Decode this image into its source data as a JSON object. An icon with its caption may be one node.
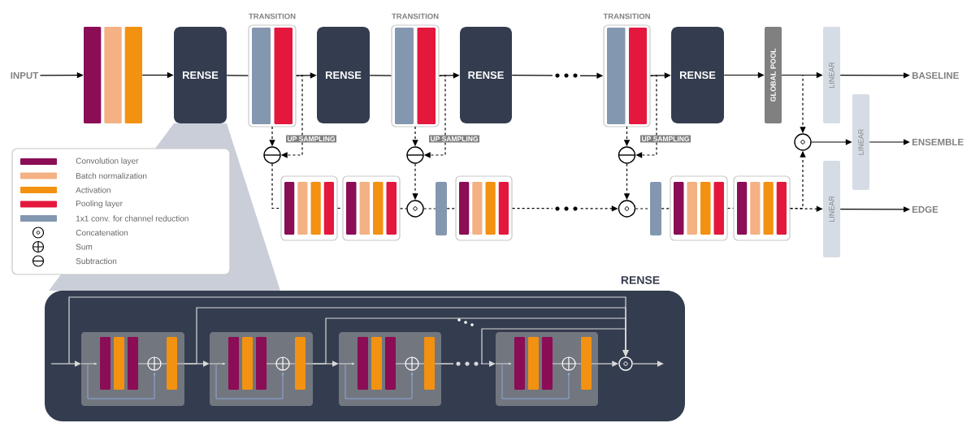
{
  "diagram": {
    "nodes": [
      {
        "text": [
          "INPUT"
        ]
      },
      {
        "text": [],
        "shape": "bar"
      },
      {
        "text": [
          "RENSE"
        ]
      },
      {
        "text": [
          "TRANSITION"
        ]
      },
      {
        "text": [
          "RENSE"
        ]
      },
      {
        "text": [
          "TRANSITION"
        ]
      },
      {
        "text": [
          "RENSE"
        ]
      },
      {
        "text": [
          "TRANSITION"
        ]
      },
      {
        "text": [
          "RENSE"
        ]
      },
      {
        "text": [
          "GLOBAL POOL"
        ]
      },
      {
        "text": [
          "LINEAR"
        ]
      },
      {
        "text": [
          "BASELINE"
        ]
      },
      {
        "text": [],
        "shape": "circle"
      },
      {
        "text": [],
        "shape": "circle"
      },
      {
        "text": [],
        "shape": "circle"
      },
      {
        "text": [],
        "shape": "circle"
      },
      {
        "text": [
          "LINEAR"
        ]
      },
      {
        "text": [
          "ENSEMBLE"
        ]
      },
      {
        "text": [],
        "shape": "box"
      },
      {
        "text": [],
        "shape": "box"
      },
      {
        "text": [],
        "shape": "circle"
      },
      {
        "text": [],
        "shape": "bar"
      },
      {
        "text": [],
        "shape": "box"
      },
      {
        "text": [],
        "shape": "circle"
      },
      {
        "text": [],
        "shape": "bar"
      },
      {
        "text": [],
        "shape": "box"
      },
      {
        "text": [],
        "shape": "box"
      },
      {
        "text": [
          "LINEAR"
        ]
      },
      {
        "text": [
          "EDGE"
        ]
      },
      {
        "text": [
          "RENSE"
        ]
      },
      {
        "text": [],
        "shape": "box",
        "in": 29
      },
      {
        "text": [],
        "shape": "box",
        "in": 29
      },
      {
        "text": [],
        "shape": "box",
        "in": 29
      },
      {
        "text": [],
        "shape": "box",
        "in": 29
      },
      {
        "text": [],
        "shape": "circle",
        "in": 29
      }
    ],
    "edges": [
      {
        "from": 0,
        "to": 1,
        "arrow": "to"
      },
      {
        "from": 1,
        "to": 2,
        "arrow": "to"
      },
      {
        "from": 2,
        "to": 3,
        "arrow": "none"
      },
      {
        "from": 3,
        "to": 4,
        "arrow": "to"
      },
      {
        "from": 4,
        "to": 5,
        "arrow": "none"
      },
      {
        "from": 5,
        "to": 6,
        "arrow": "to"
      },
      {
        "from": 6,
        "to": 7,
        "arrow": "to"
      },
      {
        "from": 7,
        "to": 8,
        "arrow": "to"
      },
      {
        "from": 8,
        "to": 9,
        "arrow": "to"
      },
      {
        "from": 9,
        "to": 10,
        "arrow": "to"
      },
      {
        "from": 10,
        "to": 11,
        "arrow": "to"
      },
      {
        "from": 3,
        "to": 12,
        "arrow": "to",
        "style": "dashed"
      },
      {
        "from": 3,
        "to": 12,
        "arrow": "to",
        "style": "dashed",
        "label": "UP SAMPLING"
      },
      {
        "from": 5,
        "to": 13,
        "arrow": "to",
        "style": "dashed"
      },
      {
        "from": 5,
        "to": 13,
        "arrow": "to",
        "style": "dashed",
        "label": "UP SAMPLING"
      },
      {
        "from": 7,
        "to": 14,
        "arrow": "to",
        "style": "dashed"
      },
      {
        "from": 7,
        "to": 14,
        "arrow": "to",
        "style": "dashed",
        "label": "UP SAMPLING"
      },
      {
        "from": 9,
        "to": 15,
        "arrow": "to",
        "style": "dashed"
      },
      {
        "from": 15,
        "to": 16,
        "arrow": "to"
      },
      {
        "from": 16,
        "to": 17,
        "arrow": "to"
      },
      {
        "from": 12,
        "to": 18,
        "arrow": "none",
        "style": "dashed"
      },
      {
        "from": 18,
        "to": 19,
        "arrow": "none",
        "style": "dashed"
      },
      {
        "from": 19,
        "to": 20,
        "arrow": "none",
        "style": "dashed"
      },
      {
        "from": 13,
        "to": 20,
        "arrow": "to",
        "style": "dashed"
      },
      {
        "from": 20,
        "to": 21,
        "arrow": "none",
        "style": "dashed"
      },
      {
        "from": 21,
        "to": 22,
        "arrow": "none",
        "style": "dashed"
      },
      {
        "from": 22,
        "to": 23,
        "arrow": "to",
        "style": "dashed"
      },
      {
        "from": 14,
        "to": 23,
        "arrow": "to",
        "style": "dashed"
      },
      {
        "from": 23,
        "to": 24,
        "arrow": "none",
        "style": "dashed"
      },
      {
        "from": 24,
        "to": 25,
        "arrow": "none",
        "style": "dashed"
      },
      {
        "from": 25,
        "to": 26,
        "arrow": "none",
        "style": "dashed"
      },
      {
        "from": 26,
        "to": 27,
        "arrow": "to",
        "style": "dashed"
      },
      {
        "from": 26,
        "to": 15,
        "arrow": "to",
        "style": "dashed"
      },
      {
        "from": 27,
        "to": 28,
        "arrow": "to"
      },
      {
        "from": null,
        "to": 30,
        "arrow": "to",
        "color": "#d9d9d9"
      },
      {
        "from": 30,
        "to": 31,
        "arrow": "to",
        "color": "#d9d9d9"
      },
      {
        "from": 31,
        "to": 32,
        "arrow": "to",
        "color": "#d9d9d9"
      },
      {
        "from": 32,
        "to": 33,
        "arrow": "to",
        "color": "#d9d9d9"
      },
      {
        "from": 33,
        "to": 34,
        "arrow": "to",
        "color": "#d9d9d9"
      },
      {
        "from": 34,
        "to": null,
        "arrow": "to",
        "color": "#d9d9d9"
      },
      {
        "from": null,
        "to": 34,
        "arrow": "to",
        "color": "#d9d9d9"
      },
      {
        "from": 30,
        "to": 34,
        "arrow": "to",
        "color": "#d9d9d9"
      },
      {
        "from": 31,
        "to": 34,
        "arrow": "to",
        "color": "#d9d9d9"
      },
      {
        "from": 32,
        "to": 34,
        "arrow": "to",
        "color": "#d9d9d9"
      }
    ],
    "legend": [
      {
        "text": "Convolution layer",
        "color": "#8b0d55"
      },
      {
        "text": "Batch normalization",
        "color": "#f4b183"
      },
      {
        "text": "Activation",
        "color": "#f39111"
      },
      {
        "text": "Pooling layer",
        "color": "#e4173d"
      },
      {
        "text": "1x1 conv. for channel reduction",
        "color": "#8497b0"
      },
      {
        "text": "Concatenation"
      },
      {
        "text": "Sum"
      },
      {
        "text": "Subtraction"
      }
    ]
  }
}
